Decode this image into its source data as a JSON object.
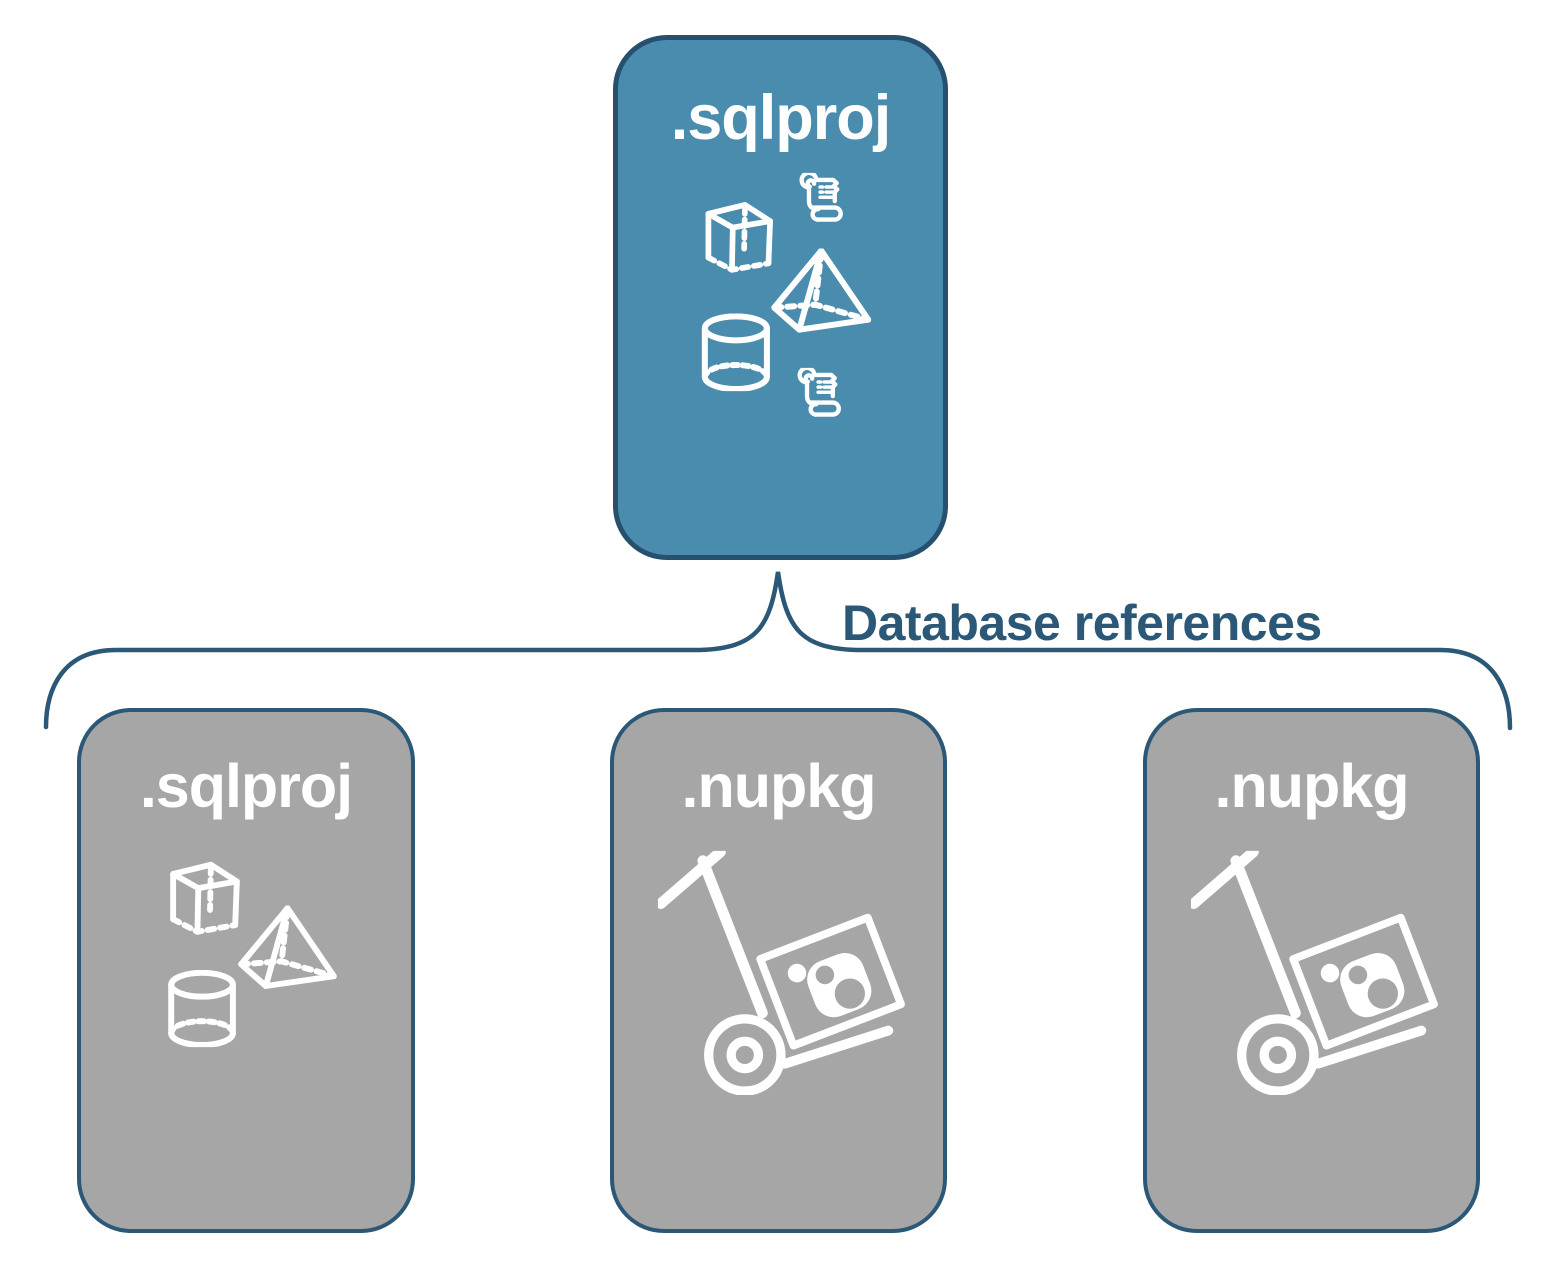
{
  "diagram": {
    "parent": {
      "label": ".sqlproj",
      "icons": [
        "script-scroll-icon",
        "cube-icon",
        "pyramid-icon",
        "database-cylinder-icon",
        "script-scroll-icon"
      ]
    },
    "relationship": {
      "label": "Database references"
    },
    "children": [
      {
        "label": ".sqlproj",
        "kind": "sql-project",
        "icons": [
          "cube-icon",
          "pyramid-icon",
          "database-cylinder-icon"
        ]
      },
      {
        "label": ".nupkg",
        "kind": "nuget-package",
        "icons": [
          "hand-truck-nuget-package-icon"
        ]
      },
      {
        "label": ".nupkg",
        "kind": "nuget-package",
        "icons": [
          "hand-truck-nuget-package-icon"
        ]
      }
    ],
    "colors": {
      "parent_box_fill": "#4A8CAD",
      "parent_box_border": "#27506E",
      "child_box_fill": "#A6A6A6",
      "outline_navy": "#2B5876",
      "icon_white": "#FFFFFF",
      "background": "#FFFFFF"
    }
  }
}
